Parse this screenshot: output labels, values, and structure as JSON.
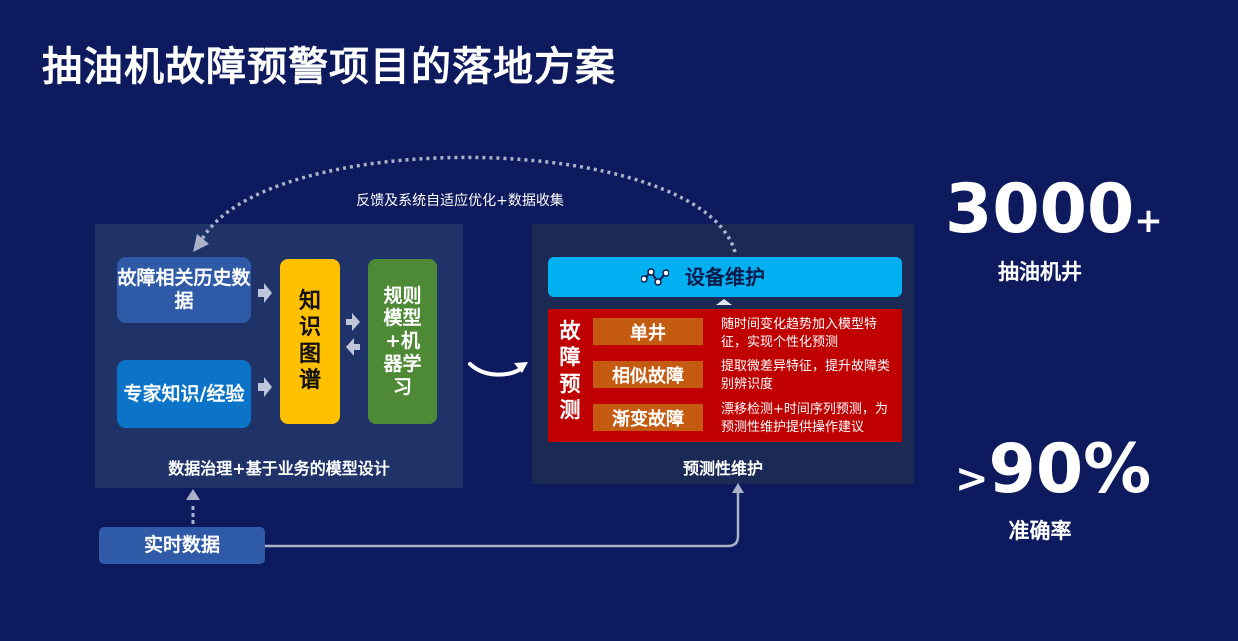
{
  "title": "抽油机故障预警项目的落地方案",
  "feedback_label": "反馈及系统自适应优化+数据收集",
  "left_panel": {
    "history_block": "故障相关历史数据",
    "expert_block": "专家知识/经验",
    "knowledge_graph_block": "知识图谱",
    "rule_model_block": "规则模型+机器学习",
    "caption": "数据治理+基于业务的模型设计"
  },
  "right_panel": {
    "equipment_label": "设备维护",
    "prediction_label": "故障预测",
    "outcomes": [
      {
        "tag": "单井",
        "desc": "随时间变化趋势加入模型特征，实现个性化预测"
      },
      {
        "tag": "相似故障",
        "desc": "提取微差异特征，提升故障类别辨识度"
      },
      {
        "tag": "渐变故障",
        "desc": "漂移检测+时间序列预测，为预测性维护提供操作建议"
      }
    ],
    "caption": "预测性维护"
  },
  "realtime_label": "实时数据",
  "metrics": [
    {
      "value": "3000",
      "suffix": "+",
      "label": "抽油机井"
    },
    {
      "prefix": ">",
      "value": "90%",
      "label": "准确率"
    }
  ],
  "colors": {
    "background": "#0e1a5e",
    "history": "#2e5aa8",
    "expert": "#0b74c8",
    "knowledge_graph": "#ffc000",
    "rule_model": "#4e8a36",
    "equipment": "#00b0f0",
    "prediction_panel": "#c00000",
    "outcome_tag": "#c55a11"
  },
  "icons": [
    "arrow-right-icon",
    "arrow-left-icon",
    "curved-arrow-icon",
    "network-nodes-icon",
    "arrow-up-icon",
    "dashed-arrow-up-icon"
  ]
}
